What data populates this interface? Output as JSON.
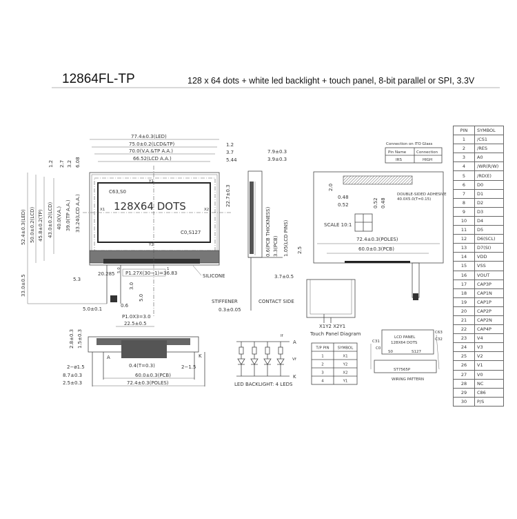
{
  "header": {
    "title": "12864FL-TP",
    "subtitle": "128 x 64 dots + white led backlight + touch panel, 8-bit parallel or SPI, 3.3V"
  },
  "front_view": {
    "display_label": "128X64 DOTS",
    "corner_top_left": "C63,S0",
    "corner_bottom_right": "C0,S127",
    "x1": "X1",
    "x2": "X2",
    "y1": "Y1",
    "y2": "Y2",
    "top_dims": [
      "77.4±0.3(LED)",
      "75.0±0.2(LCD&TP)",
      "70.0(V.A.&TP A.A.)",
      "66.52(LCD A.A.)"
    ],
    "right_dims": [
      "1.2",
      "3.7",
      "5.44"
    ],
    "left_top_dims": [
      "1.2",
      "2.7",
      "3.2",
      "6.08"
    ],
    "left_dims": [
      "52.4±0.3(LED)",
      "50.0±0.2(LCD)",
      "45.8±0.2(TP)",
      "43.0±0.2(LCD)",
      "40.0(V.A.)",
      "39.0(TP A.A.)",
      "33.24(LCD A.A.)"
    ],
    "height_dim": "22.7±0.3",
    "overall_dim": "33.0±0.5",
    "silicone": "SILICONE",
    "pitch": "P1.27X(30−1)=36.83",
    "dim_20285": "20.285",
    "dim_50": "5.0",
    "dim_53": "5.3",
    "pin_one": "1"
  },
  "fpc": {
    "dim_30": "3.0",
    "dim_50b": "5.0",
    "dim_06": "0.6",
    "dim_5tol": "5.0±0.1",
    "pitch": "P1.0X3=3.0",
    "width": "22.5±0.5"
  },
  "side_view": {
    "dims": [
      "7.9±0.3",
      "3.9±0.3"
    ],
    "pcb_thickness": "0.6(PCB THICKNESS)",
    "pcb": "3.3(PCB)",
    "lcd_pins": "1.05(LCD PINS)",
    "bottom": "3.7±0.5",
    "stiffener": "STIFFENER",
    "contact_side": "CONTACT SIDE",
    "stiffener_dim": "0.3±0.05"
  },
  "bottom_view": {
    "dims_left": [
      "2.8±0.3",
      "1.5±0.3"
    ],
    "hole": "2−ø1.5",
    "d87": "8.7±0.3",
    "d25": "2.5±0.3",
    "pin_pitch": "0.4(T=0.3)",
    "d215": "2−1.5",
    "pcb": "60.0±0.3(PCB)",
    "poles": "72.4±0.3(POLES)",
    "anode": "A",
    "cathode": "K"
  },
  "led": {
    "caption": "LED BACKLIGHT: 4 LEDS",
    "a": "A",
    "k": "K",
    "if": "If",
    "vf": "Vf"
  },
  "itc": {
    "caption": "Connection on ITO Glass",
    "headers": [
      "Pin Name",
      "Connection"
    ],
    "row": [
      "IRS",
      "HIGH"
    ]
  },
  "touch_panel": {
    "adhesive": "DOUBLE-SIDED ADHESIVE",
    "adhesive_size": "40.0X5.0(T=0.15)",
    "d20": "2.0",
    "d048": "0.48",
    "d052": "0.52",
    "d052v": "0.52",
    "d048v": "0.48",
    "scale": "SCALE 10:1",
    "poles": "72.4±0.3(POLES)",
    "pcb": "60.0±0.3(PCB)",
    "d25": "2.5",
    "pins": "X1Y2 X2Y1",
    "caption": "Touch Panel Diagram"
  },
  "tp_table": {
    "headers": [
      "T/P PIN",
      "SYMBOL"
    ],
    "rows": [
      [
        "1",
        "X1"
      ],
      [
        "2",
        "Y2"
      ],
      [
        "3",
        "X2"
      ],
      [
        "4",
        "Y1"
      ]
    ]
  },
  "wiring": {
    "panel": "LCD PANEL",
    "dots": "128X64 DOTS",
    "chip": "ST7565P",
    "c63": "C63",
    "c32": "C32",
    "c31": "C31",
    "c0": "C0",
    "s0": "S0",
    "s127": "S127",
    "caption": "WIRING PATTERN"
  },
  "pin_table": {
    "headers": [
      "PIN",
      "SYMBOL"
    ],
    "rows": [
      [
        "1",
        "/CS1"
      ],
      [
        "2",
        "/RES"
      ],
      [
        "3",
        "A0"
      ],
      [
        "4",
        "/WR(R/W)"
      ],
      [
        "5",
        "/RD(E)"
      ],
      [
        "6",
        "D0"
      ],
      [
        "7",
        "D1"
      ],
      [
        "8",
        "D2"
      ],
      [
        "9",
        "D3"
      ],
      [
        "10",
        "D4"
      ],
      [
        "11",
        "D5"
      ],
      [
        "12",
        "D6(SCL)"
      ],
      [
        "13",
        "D7(SI)"
      ],
      [
        "14",
        "VDD"
      ],
      [
        "15",
        "VSS"
      ],
      [
        "16",
        "VOUT"
      ],
      [
        "17",
        "CAP3P"
      ],
      [
        "18",
        "CAP1N"
      ],
      [
        "19",
        "CAP1P"
      ],
      [
        "20",
        "CAP2P"
      ],
      [
        "21",
        "CAP2N"
      ],
      [
        "22",
        "CAP4P"
      ],
      [
        "23",
        "V4"
      ],
      [
        "24",
        "V3"
      ],
      [
        "25",
        "V2"
      ],
      [
        "26",
        "V1"
      ],
      [
        "27",
        "V0"
      ],
      [
        "28",
        "NC"
      ],
      [
        "29",
        "C86"
      ],
      [
        "30",
        "P/S"
      ]
    ]
  }
}
